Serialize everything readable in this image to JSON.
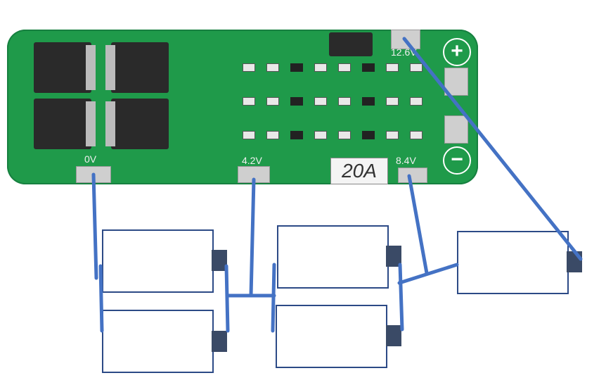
{
  "board": {
    "label_0v": "0V",
    "label_4v2": "4.2V",
    "label_8v4": "8.4V",
    "label_12v6": "12.6V",
    "rating": "20A",
    "plus": "+",
    "minus": "−"
  },
  "colors": {
    "wire": "#4472C4",
    "pcb": "#1f9a4a",
    "battery_outline": "#2c4a86",
    "terminal": "#3a4a66"
  }
}
